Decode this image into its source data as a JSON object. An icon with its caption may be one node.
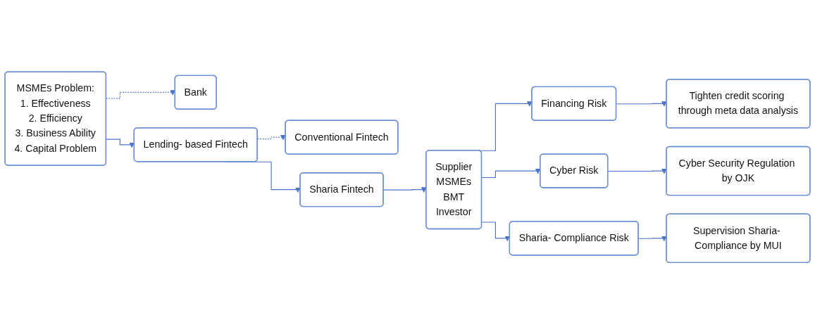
{
  "diagram": {
    "nodes": [
      {
        "text": [
          "MSMEs Problem:",
          "1. Effectiveness",
          "2. Efficiency",
          "3. Business Ability",
          "4. Capital Problem"
        ]
      },
      {
        "text": [
          "Bank"
        ]
      },
      {
        "text": [
          "Lending- based Fintech"
        ]
      },
      {
        "text": [
          "Conventional Fintech"
        ]
      },
      {
        "text": [
          "Sharia Fintech"
        ]
      },
      {
        "text": [
          "Supplier",
          "MSMEs",
          "BMT",
          "Investor"
        ]
      },
      {
        "text": [
          "Financing Risk"
        ]
      },
      {
        "text": [
          "Cyber Risk"
        ]
      },
      {
        "text": [
          "Sharia- Compliance Risk"
        ]
      },
      {
        "text": [
          "Tighten credit scoring through meta data analysis"
        ]
      },
      {
        "text": [
          "Cyber Security Regulation by OJK"
        ]
      },
      {
        "text": [
          "Supervision Sharia- Compliance by MUI"
        ]
      }
    ],
    "edges": [
      {
        "from": 0,
        "to": 1,
        "arrow": "to",
        "style": "dashed"
      },
      {
        "from": 0,
        "to": 2,
        "arrow": "to"
      },
      {
        "from": 2,
        "to": 3,
        "arrow": "to",
        "style": "dashed"
      },
      {
        "from": 2,
        "to": 4,
        "arrow": "to"
      },
      {
        "from": 4,
        "to": 5,
        "arrow": "to"
      },
      {
        "from": 5,
        "to": 6,
        "arrow": "to"
      },
      {
        "from": 5,
        "to": 7,
        "arrow": "to"
      },
      {
        "from": 5,
        "to": 8,
        "arrow": "to"
      },
      {
        "from": 6,
        "to": 9,
        "arrow": "to"
      },
      {
        "from": 7,
        "to": 10,
        "arrow": "to"
      },
      {
        "from": 8,
        "to": 11,
        "arrow": "to"
      }
    ]
  }
}
